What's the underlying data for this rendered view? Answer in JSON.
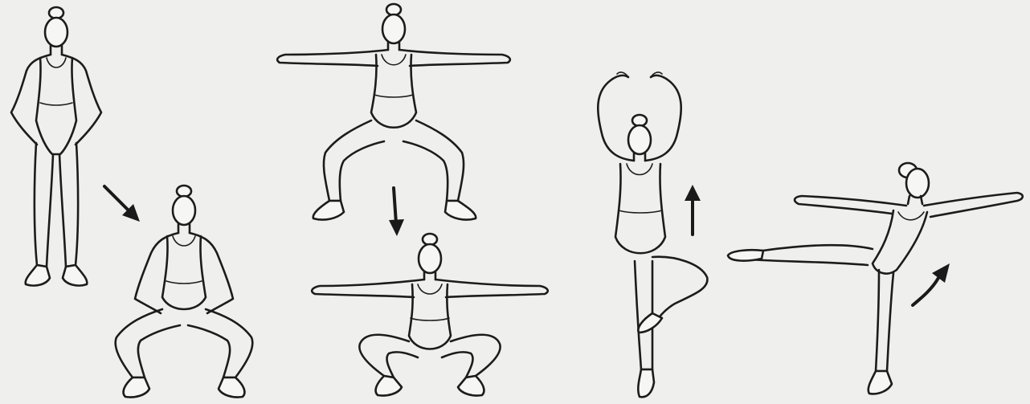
{
  "figures": [
    {
      "id": "first-position",
      "pose": "standing"
    },
    {
      "id": "demi-plie",
      "pose": "knees-bent-hands-on-thighs"
    },
    {
      "id": "second-position-plie",
      "pose": "wide-stance-arms-extended"
    },
    {
      "id": "grand-plie",
      "pose": "deep-squat-arms-extended"
    },
    {
      "id": "retire-releve",
      "pose": "arms-overhead-one-knee-raised"
    },
    {
      "id": "arabesque",
      "pose": "leg-extended-behind-arms-outstretched"
    }
  ],
  "arrows": [
    {
      "id": "down-right",
      "direction": "down-right"
    },
    {
      "id": "down",
      "direction": "down"
    },
    {
      "id": "up",
      "direction": "up"
    },
    {
      "id": "up-right-curved",
      "direction": "up-right"
    }
  ],
  "colors": {
    "background": "#efefed",
    "ink": "#1c1c1c"
  }
}
